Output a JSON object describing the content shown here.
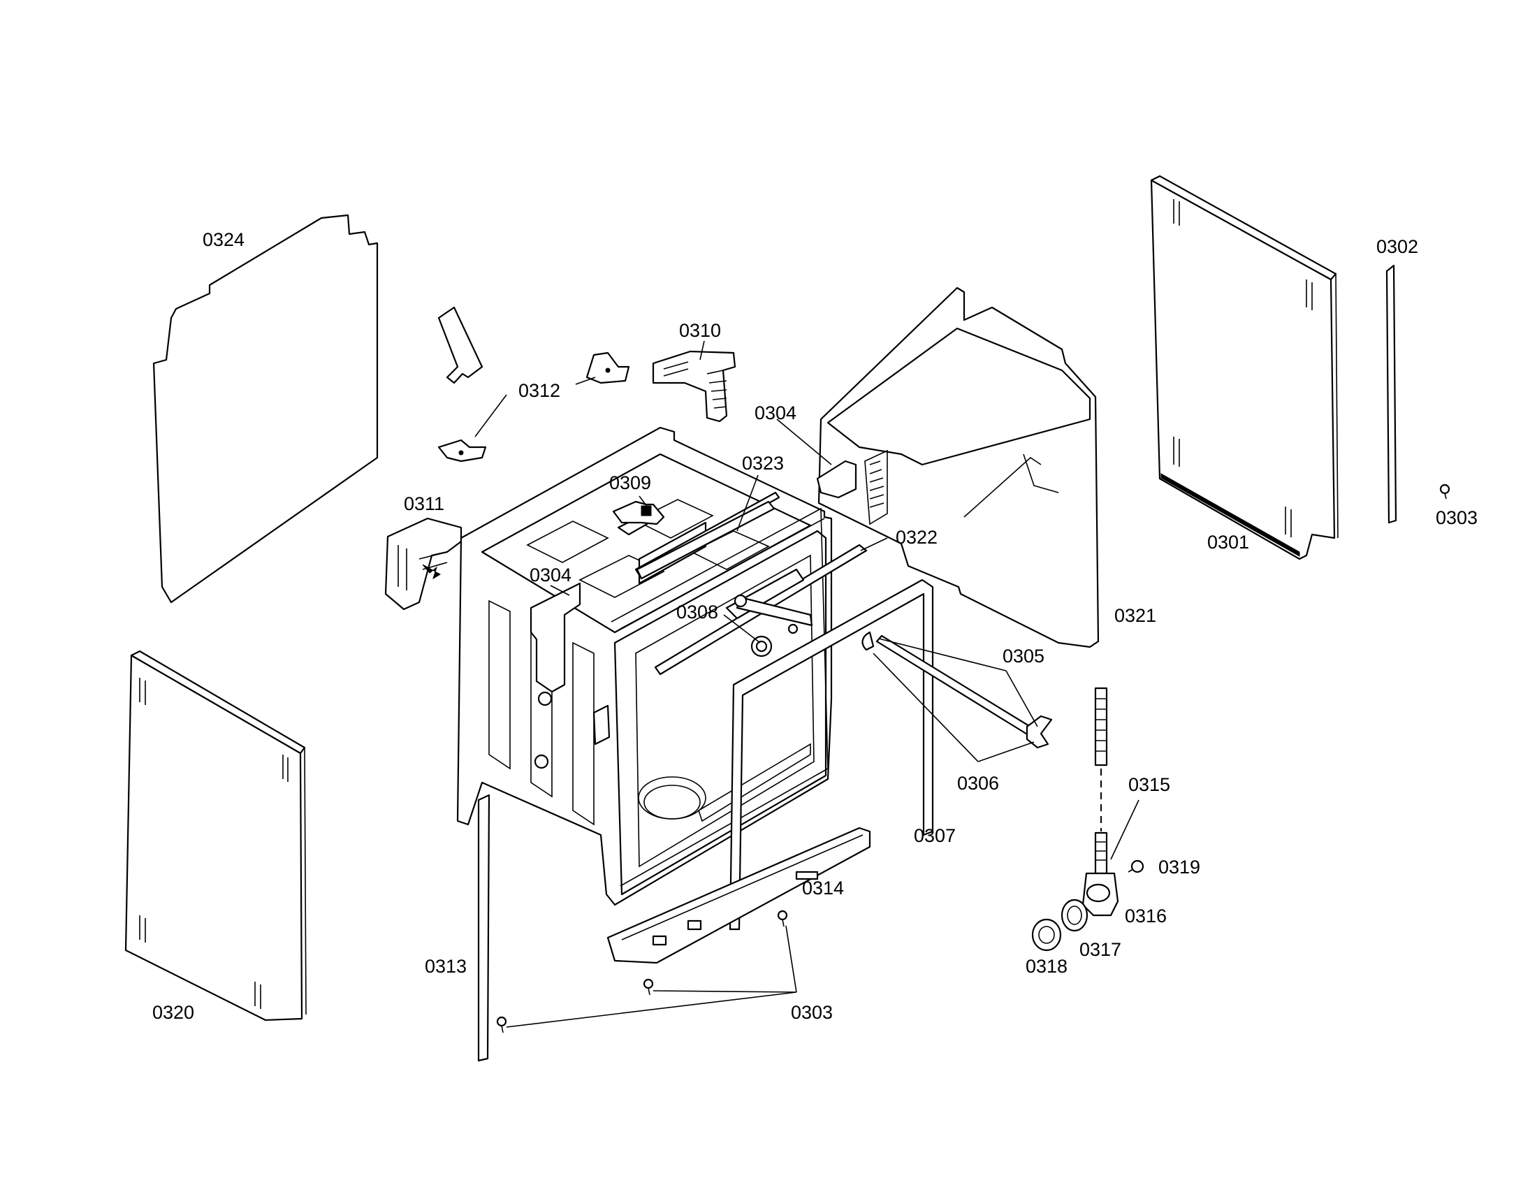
{
  "callouts": {
    "c0324": "0324",
    "c0312": "0312",
    "c0310": "0310",
    "c0311": "0311",
    "c0309": "0309",
    "c0323": "0323",
    "c0304a": "0304",
    "c0304b": "0304",
    "c0322": "0322",
    "c0308": "0308",
    "c0321": "0321",
    "c0301": "0301",
    "c0302": "0302",
    "c0303a": "0303",
    "c0303b": "0303",
    "c0305": "0305",
    "c0306": "0306",
    "c0307": "0307",
    "c0315": "0315",
    "c0319": "0319",
    "c0316": "0316",
    "c0317": "0317",
    "c0318": "0318",
    "c0314": "0314",
    "c0313": "0313",
    "c0320": "0320"
  }
}
